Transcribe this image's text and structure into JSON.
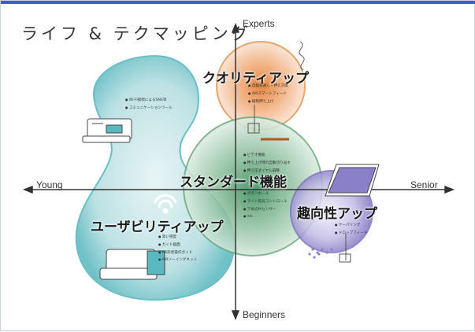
{
  "title": "ライフ & テクマッピング",
  "axes": {
    "top": "Experts",
    "bottom": "Beginners",
    "left": "Young",
    "right": "Senior"
  },
  "regions": {
    "quality": {
      "title": "クオリティアップ",
      "features": [
        "自動糸通し・押え交換",
        "AIRスマートフィード",
        "縫製押え上げ"
      ]
    },
    "young": {
      "features": [
        "Wi-Fi接続によるSNS等",
        "コミュニケーションツール"
      ]
    },
    "standard": {
      "title": "スタンダード機能",
      "features_top": [
        "ビデオ機能",
        "押え上げ時の自動切り返す",
        "押え圧ダイヤル調整"
      ],
      "features_bottom": [
        "ボタンホール",
        "ライト照光コントロール",
        "下糸切れセンサー",
        "etc..."
      ]
    },
    "usability": {
      "title": "ユーザビリティアップ",
      "features": [
        "高い感度",
        "ガイド画面",
        "AR形状操作ガイド",
        "AIRソーイングネット"
      ]
    },
    "hobby": {
      "title": "趣向性アップ",
      "features": [
        "ケーパリング",
        "ドロップフィード"
      ]
    }
  },
  "colors": {
    "teal": "#5ab9c0",
    "green": "#6daa7e",
    "orange": "#e79a5b",
    "purple": "#8a7fc9",
    "accent_bar": "#2f67c6",
    "axis": "#333333"
  }
}
